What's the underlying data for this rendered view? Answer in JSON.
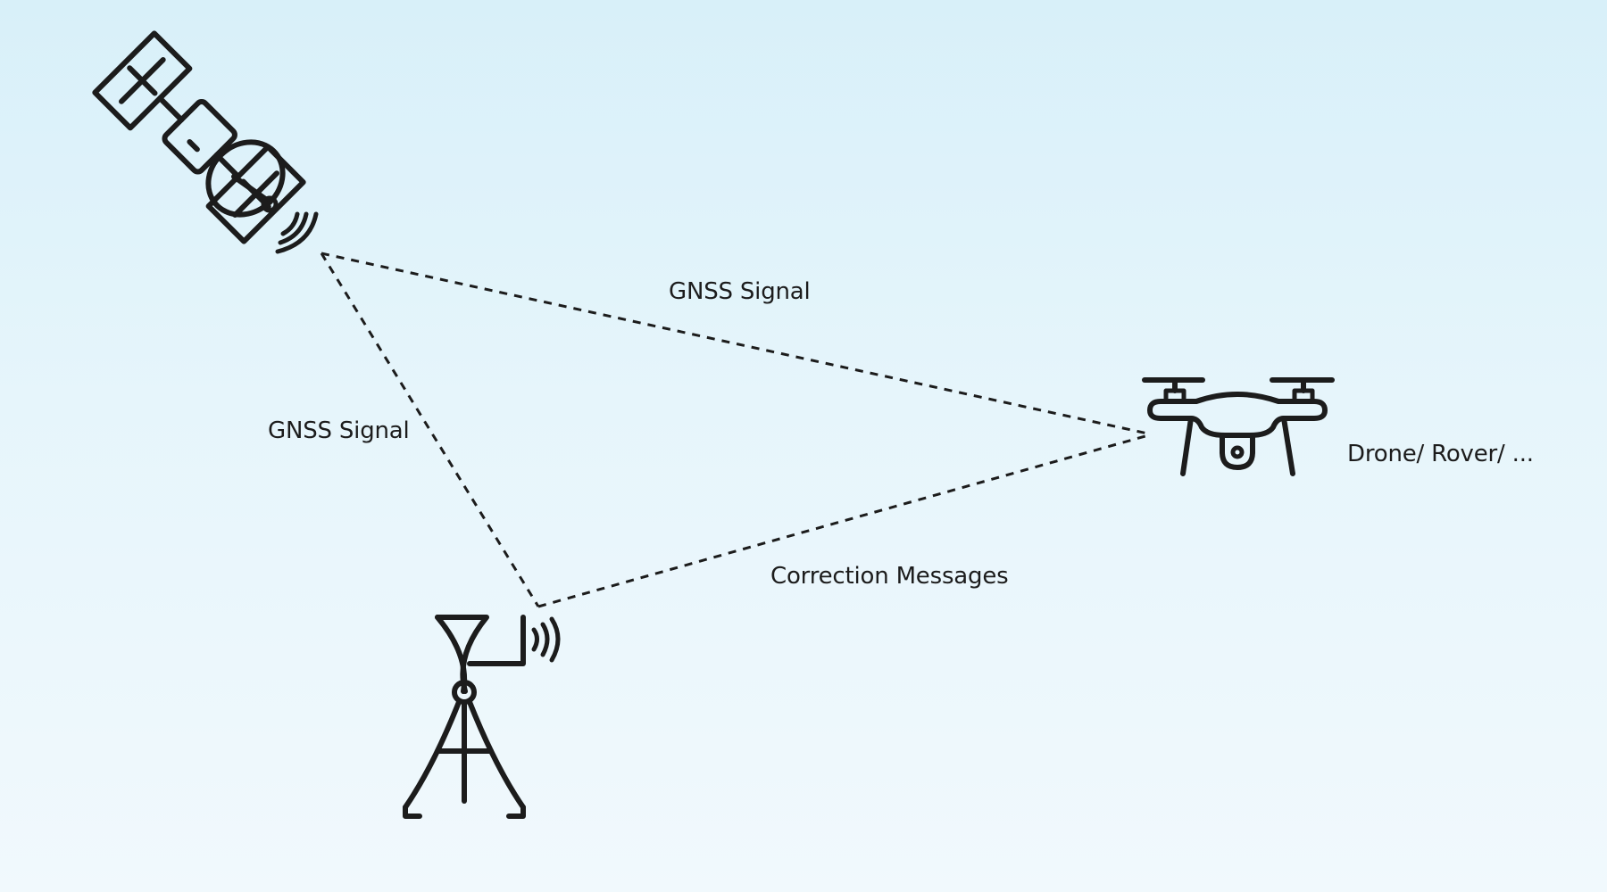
{
  "colors": {
    "background_top": "#d8f0f9",
    "background_bottom": "#f1f9fd",
    "ink": "#1c1c1c"
  },
  "nodes": {
    "satellite": {
      "icon": "satellite-icon"
    },
    "base_station": {
      "icon": "base-station-icon"
    },
    "rover": {
      "icon": "drone-icon",
      "label": "Drone/ Rover/ ..."
    }
  },
  "links": {
    "satellite_to_rover": {
      "label": "GNSS Signal"
    },
    "satellite_to_base": {
      "label": "GNSS Signal"
    },
    "base_to_rover": {
      "label": "Correction Messages"
    }
  }
}
